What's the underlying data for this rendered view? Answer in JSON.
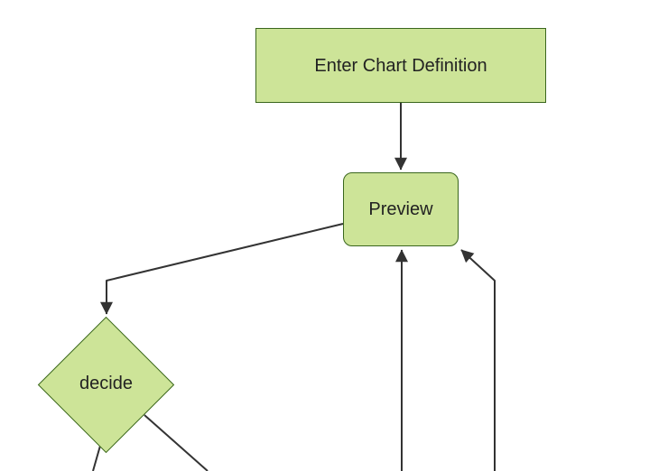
{
  "diagram": {
    "type": "flowchart",
    "direction": "top-down",
    "background_color": "#ffffff",
    "node_fill_color": "#cde498",
    "node_border_color": "#3a661d",
    "edge_color": "#333333",
    "text_color": "#222222",
    "nodes": [
      {
        "id": "enter-chart-definition",
        "label": "Enter Chart Definition",
        "shape": "rectangle"
      },
      {
        "id": "preview",
        "label": "Preview",
        "shape": "rounded-rectangle"
      },
      {
        "id": "decide",
        "label": "decide",
        "shape": "diamond"
      }
    ],
    "edges": [
      {
        "from": "enter-chart-definition",
        "to": "preview",
        "arrowhead": true
      },
      {
        "from": "preview",
        "to": "decide",
        "arrowhead": true
      },
      {
        "from": "offscreen-bottom",
        "to": "preview",
        "arrowhead": true
      },
      {
        "from": "offscreen-bottom-right",
        "to": "preview",
        "arrowhead": true
      },
      {
        "from": "decide",
        "to": "offscreen-bottom-left",
        "arrowhead": false
      },
      {
        "from": "decide",
        "to": "offscreen-bottom-right",
        "arrowhead": false
      }
    ]
  }
}
